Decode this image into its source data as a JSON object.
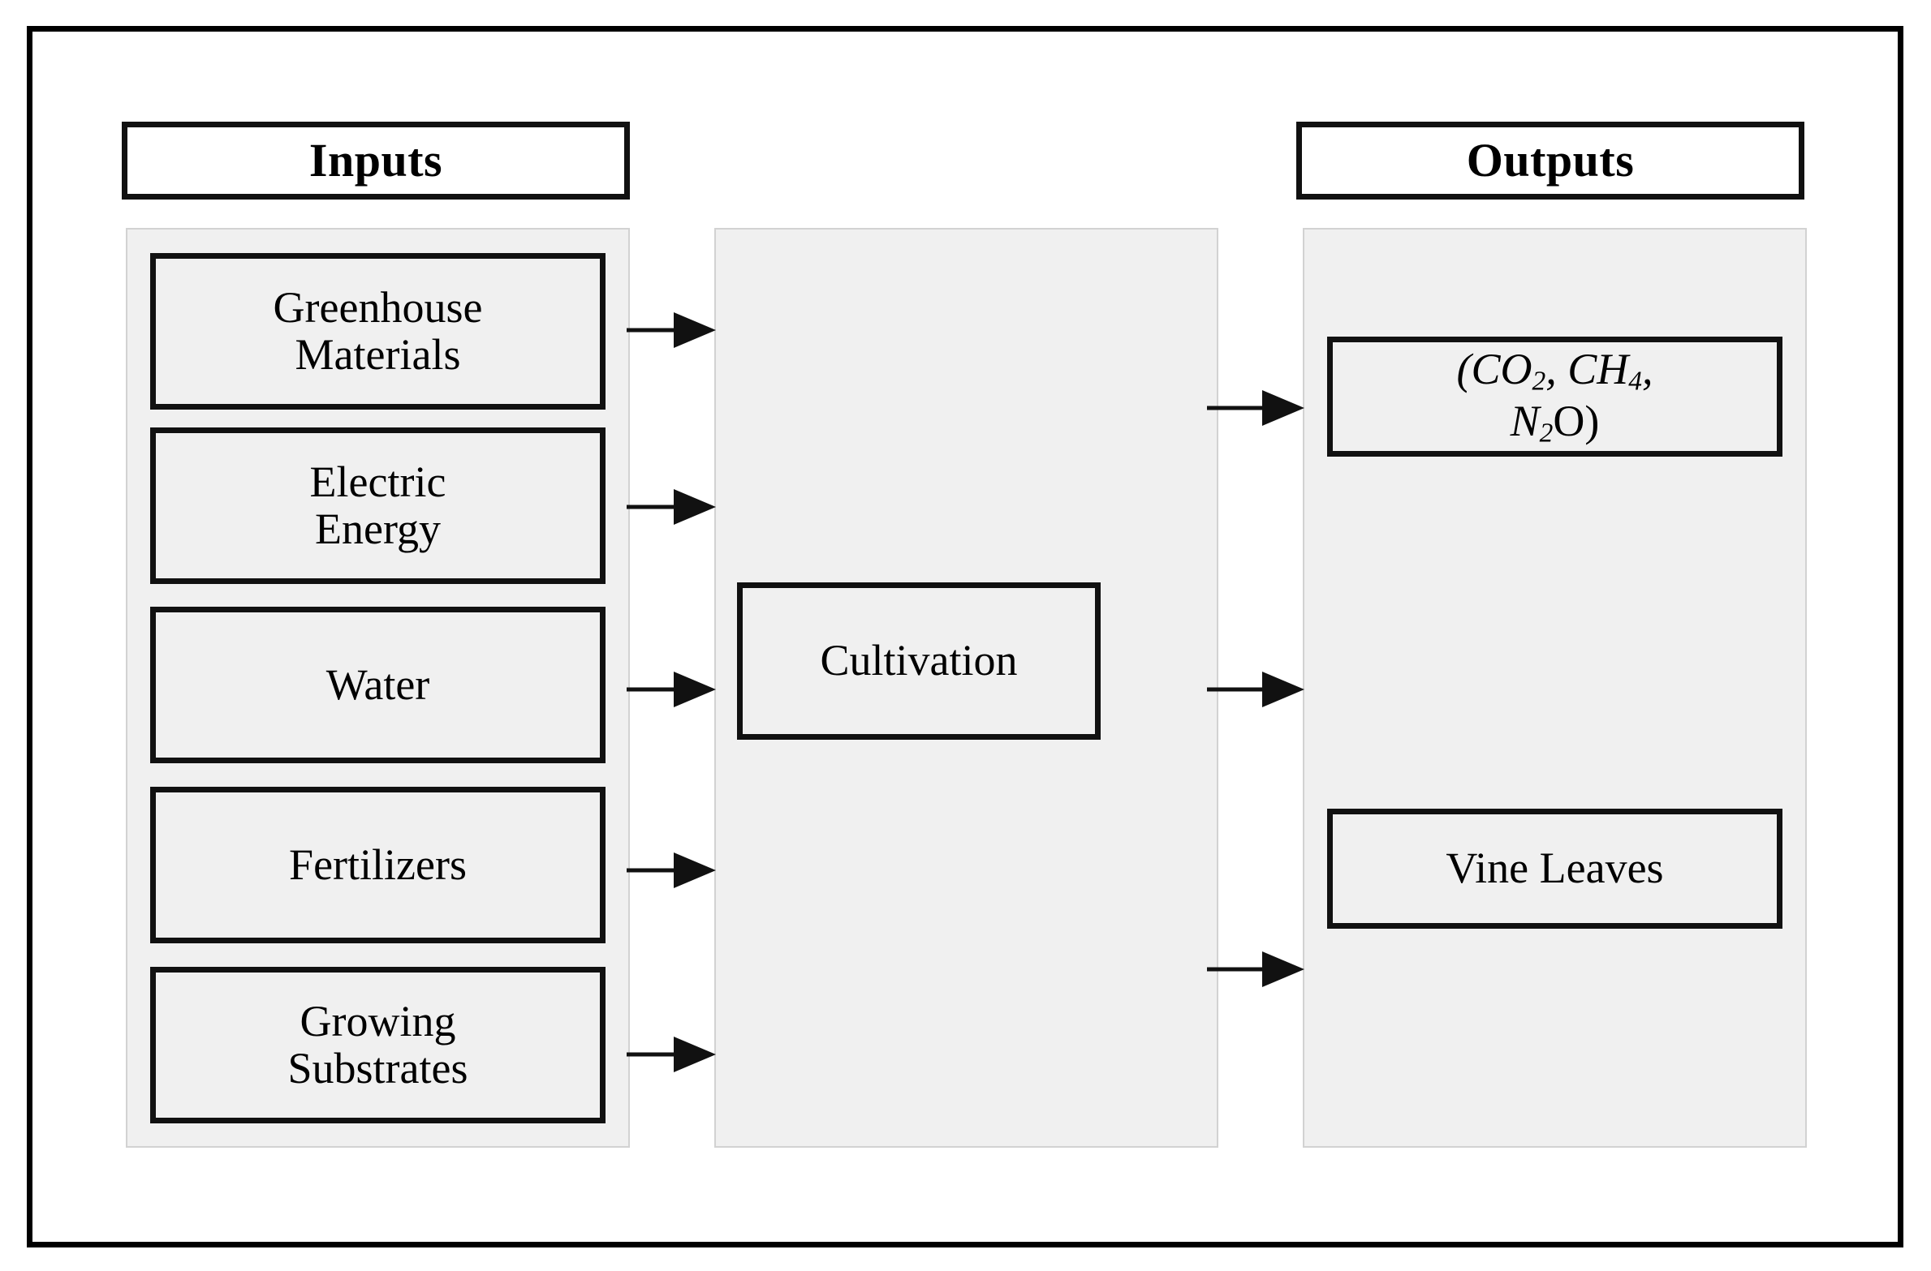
{
  "diagram": {
    "title_inputs": "Inputs",
    "title_outputs": "Outputs",
    "process_label": "Cultivation",
    "colors": {
      "frame": "#000000",
      "box_border": "#111111",
      "box_fill": "#f0f0f0",
      "container_fill": "#f0f0f0",
      "container_border": "#d2d2d2",
      "header_fill": "#ffffff",
      "arrow": "#111111",
      "text": "#000000"
    },
    "inputs": [
      {
        "id": "greenhouse-materials",
        "line1": "Greenhouse",
        "line2": "Materials",
        "label": "Greenhouse Materials"
      },
      {
        "id": "electric-energy",
        "line1": "Electric",
        "line2": "Energy",
        "label": "Electric Energy"
      },
      {
        "id": "water",
        "line1": "Water",
        "line2": "",
        "label": "Water"
      },
      {
        "id": "fertilizers",
        "line1": "Fertilizers",
        "line2": "",
        "label": "Fertilizers"
      },
      {
        "id": "growing-substrates",
        "line1": "Growing",
        "line2": "Substrates",
        "label": "Growing Substrates"
      }
    ],
    "outputs": [
      {
        "id": "emissions",
        "label": "(CO2, CH4, N2O)",
        "parts": {
          "open_paren": "(",
          "co": "CO",
          "co_sub": "2",
          "comma1": ", ",
          "ch": "CH",
          "ch_sub": "4",
          "comma2": ",",
          "n": "N",
          "n_sub": "2",
          "o": "O",
          "close_paren": ")"
        }
      },
      {
        "id": "vine-leaves",
        "label": "Vine Leaves"
      }
    ],
    "arrows": {
      "inputs_to_process": [
        "greenhouse-materials-to-cultivation",
        "electric-energy-to-cultivation",
        "water-to-cultivation",
        "fertilizers-to-cultivation",
        "growing-substrates-to-cultivation"
      ],
      "process_to_outputs": [
        "cultivation-to-emissions",
        "cultivation-to-outputs-middle",
        "cultivation-to-vine-leaves"
      ]
    }
  }
}
